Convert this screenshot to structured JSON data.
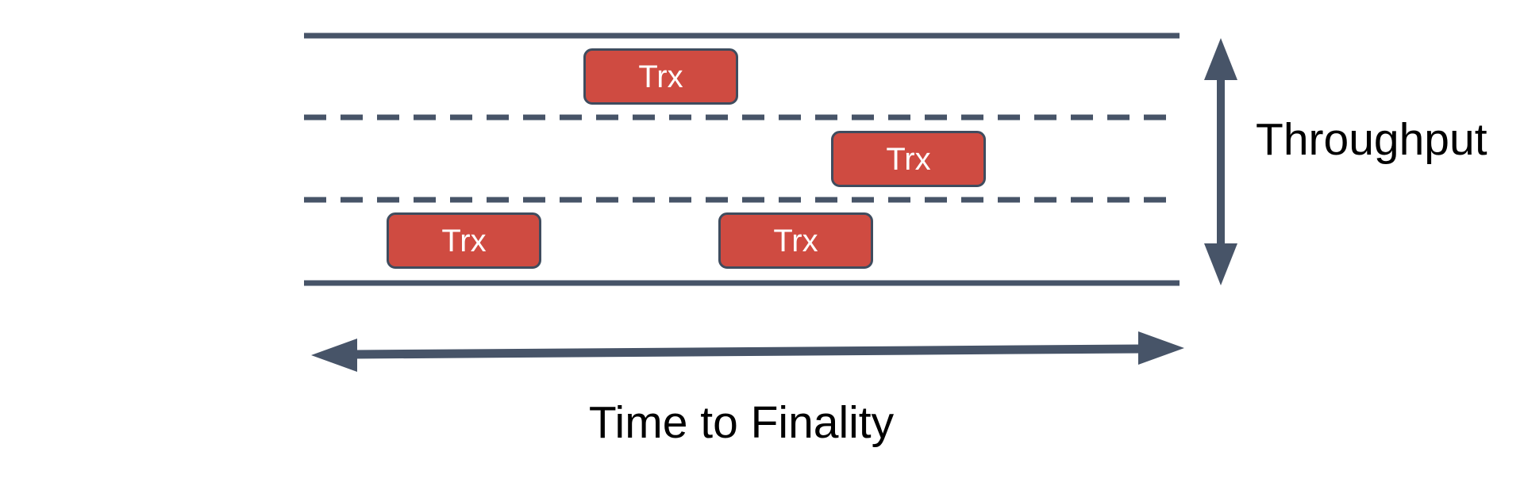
{
  "diagram": {
    "description": "Highway-lane metaphor diagram relating transaction throughput to time to finality",
    "labels": {
      "vertical_axis": "Throughput",
      "horizontal_axis": "Time to Finality"
    },
    "lanes": {
      "count": 3,
      "boundary_lines": [
        "solid",
        "dashed",
        "dashed",
        "solid"
      ]
    },
    "transaction_boxes": [
      {
        "label": "Trx",
        "lane": "top"
      },
      {
        "label": "Trx",
        "lane": "middle"
      },
      {
        "label": "Trx",
        "lane": "bottom-left"
      },
      {
        "label": "Trx",
        "lane": "bottom-right"
      }
    ],
    "colors": {
      "stroke": "#475468",
      "box_fill": "#cf4b41",
      "box_border": "#3f4c5e",
      "box_text": "#ffffff",
      "label_text": "#000000",
      "background": "#ffffff"
    }
  }
}
